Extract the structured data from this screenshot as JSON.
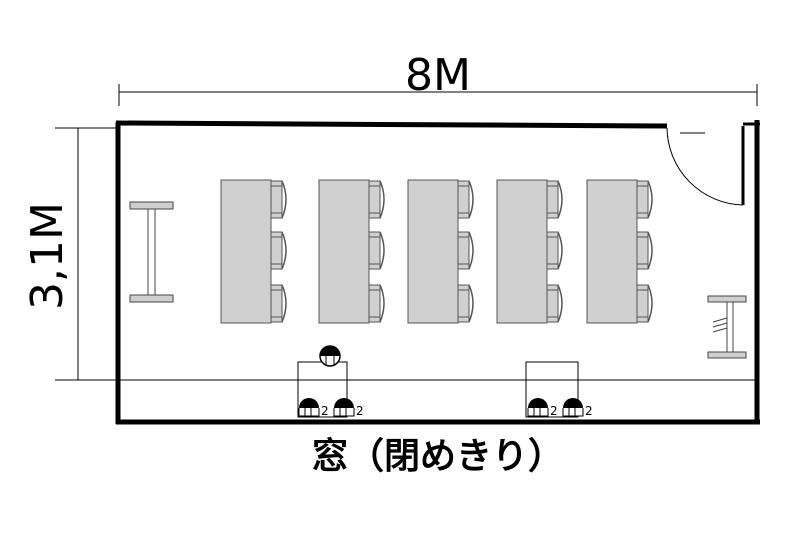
{
  "dimensions": {
    "width_label": "8M",
    "depth_label": "3,1M"
  },
  "window_label": "窓（閉めきり）",
  "sitting_person_label": "2",
  "desk_groups": 5,
  "seats_per_group": 3
}
